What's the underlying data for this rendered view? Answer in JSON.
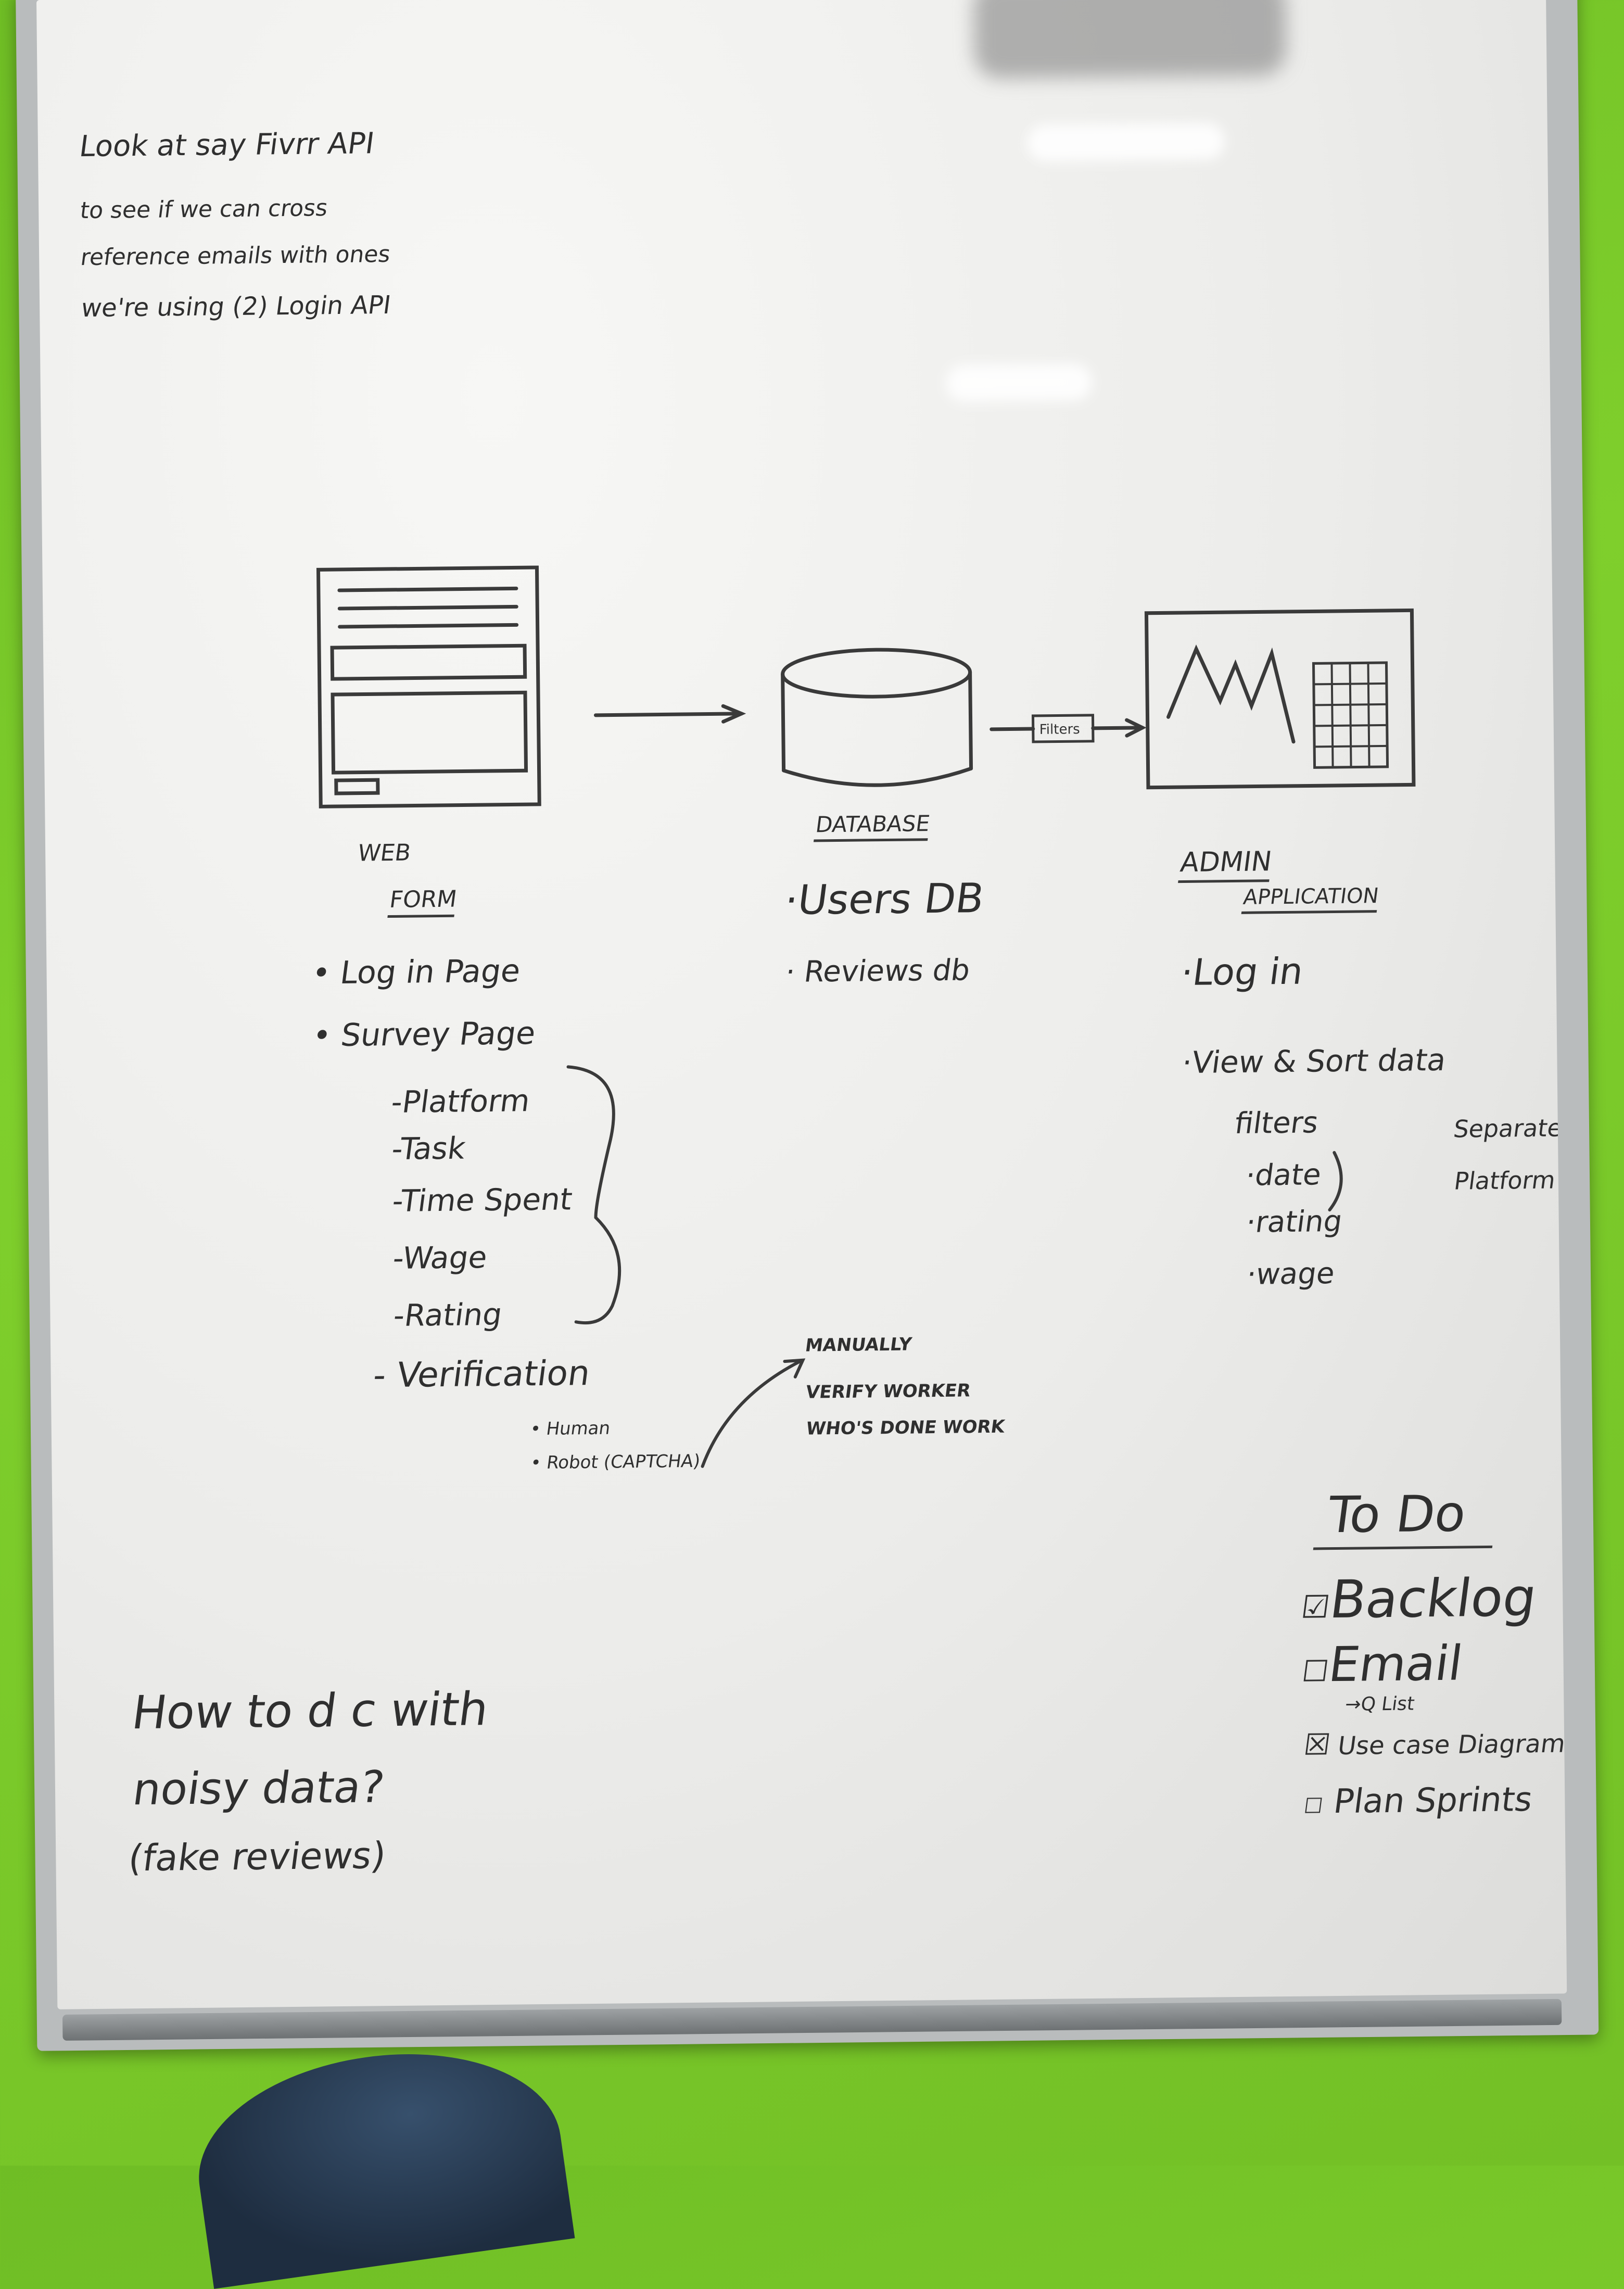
{
  "notes_top": [
    "Look at say Fivrr API",
    "to see if we can cross",
    "reference emails with ones",
    "we're using (2) Login API"
  ],
  "diagram": {
    "web_form": {
      "title_1": "WEB",
      "title_2": "FORM",
      "items": [
        "• Log in Page",
        "• Survey Page"
      ],
      "sub_items": [
        "-Platform",
        "-Task",
        "-Time Spent",
        "-Wage",
        "-Rating",
        "- Verification"
      ],
      "verification": [
        "• Human",
        "• Robot (CAPTCHA)"
      ]
    },
    "database": {
      "title": "DATABASE",
      "items": [
        "·Users DB",
        "· Reviews db"
      ]
    },
    "filter_label": "Filters",
    "admin": {
      "title_1": "ADMIN",
      "title_2": "APPLICATION",
      "items": [
        "·Log in",
        "·View & Sort data"
      ],
      "filters_label": "filters",
      "filters": [
        "·date",
        "·rating",
        "·wage"
      ],
      "separate": [
        "Separate by",
        "Platform"
      ]
    },
    "manually_note": [
      "MANUALLY",
      "VERIFY WORKER",
      "WHO'S DONE WORK"
    ]
  },
  "todo": {
    "title": "To Do",
    "items": [
      {
        "label": "Backlog",
        "checked": true
      },
      {
        "label": "Email",
        "checked": false
      },
      {
        "label": "Use case Diagram",
        "checked": true
      },
      {
        "label": "Plan Sprints",
        "checked": false
      }
    ],
    "email_sub": "→Q List"
  },
  "notes_bottom": [
    "How to d c with",
    "noisy data?",
    "(fake reviews)"
  ]
}
